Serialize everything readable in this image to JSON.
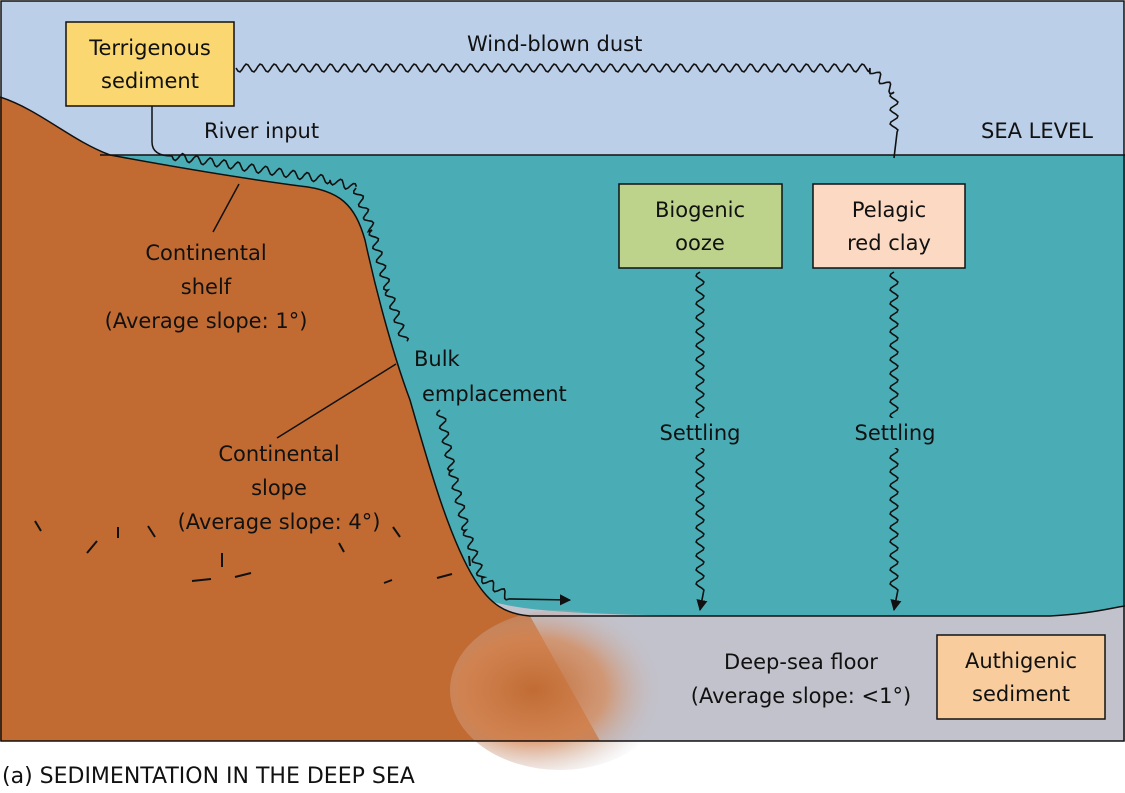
{
  "caption": "(a) SEDIMENTATION IN THE DEEP SEA",
  "labels": {
    "sea_level": "SEA LEVEL",
    "wind_blown_dust": "Wind-blown dust",
    "river_input": "River input",
    "continental_shelf": [
      "Continental",
      "shelf",
      "(Average slope: 1°)"
    ],
    "continental_slope": [
      "Continental",
      "slope",
      "(Average slope: 4°)"
    ],
    "bulk_emplacement": [
      "Bulk",
      "emplacement"
    ],
    "settling_left": "Settling",
    "settling_right": "Settling",
    "deep_sea_floor": [
      "Deep-sea floor",
      "(Average slope: <1°)"
    ]
  },
  "boxes": {
    "terrigenous": [
      "Terrigenous",
      "sediment"
    ],
    "biogenic": [
      "Biogenic",
      "ooze"
    ],
    "pelagic": [
      "Pelagic",
      "red clay"
    ],
    "authigenic": [
      "Authigenic",
      "sediment"
    ]
  },
  "colors": {
    "sky": "#bccfe9",
    "sea": "#4aadb5",
    "land": "#c16b33",
    "seafloor": "#c2c2cc",
    "terrigenous_box": "#fad771",
    "biogenic_box": "#bdd38b",
    "pelagic_box": "#fbd9c2",
    "authigenic_box": "#f8cc9d",
    "line": "#111111"
  }
}
